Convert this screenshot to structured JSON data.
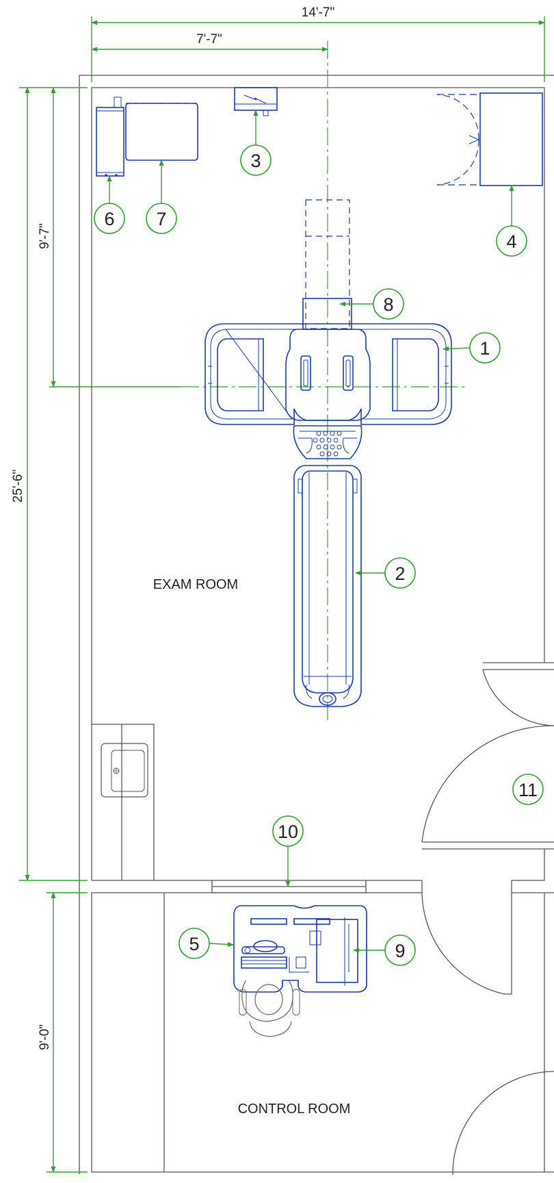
{
  "dimensions": {
    "overall_width": "14'-7\"",
    "center_offset": "7'-7\"",
    "exam_length": "25'-6\"",
    "iso_offset": "9'-7\"",
    "control_length": "9'-0\""
  },
  "rooms": {
    "exam": "EXAM ROOM",
    "control": "CONTROL ROOM"
  },
  "callouts": [
    "1",
    "2",
    "3",
    "4",
    "5",
    "6",
    "7",
    "8",
    "9",
    "10",
    "11"
  ],
  "colors": {
    "equipment": "#1e3a9a",
    "dimension": "#3a9a3a",
    "wall": "#555555"
  }
}
